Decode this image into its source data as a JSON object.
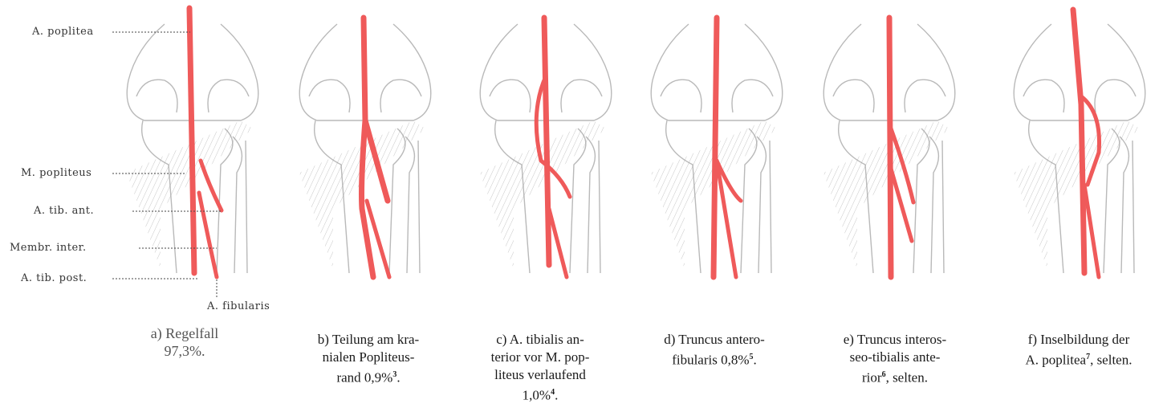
{
  "labels": {
    "poplitea": "A. poplitea",
    "popliteus": "M. popliteus",
    "tib_ant": "A. tib. ant.",
    "membr": "Membr. inter.",
    "tib_post": "A. tib. post.",
    "fibularis": "A. fibularis"
  },
  "captions": [
    {
      "id": "a",
      "lines": [
        "a) Regelfall",
        "97,3%."
      ]
    },
    {
      "id": "b",
      "lines": [
        "b) Teilung am kra-",
        "nialen Popliteus-",
        "rand 0,9%"
      ],
      "sup": "3",
      "tail": "."
    },
    {
      "id": "c",
      "lines": [
        "c) A. tibialis an-",
        "terior vor M. pop-",
        "liteus verlaufend",
        "1,0%"
      ],
      "sup": "4",
      "tail": "."
    },
    {
      "id": "d",
      "lines": [
        "d) Truncus antero-",
        "fibularis 0,8%"
      ],
      "sup": "5",
      "tail": "."
    },
    {
      "id": "e",
      "lines": [
        "e) Truncus interos-",
        "seo-tibialis ante-",
        "rior"
      ],
      "sup": "6",
      "tail": ", selten."
    },
    {
      "id": "f",
      "lines": [
        "f) Inselbildung der",
        "A. poplitea"
      ],
      "sup": "7",
      "tail": ", selten."
    }
  ],
  "colors": {
    "artery": "#ef5a5a",
    "bone_line": "#b9b9b9",
    "muscle": "#cfcfcf"
  }
}
